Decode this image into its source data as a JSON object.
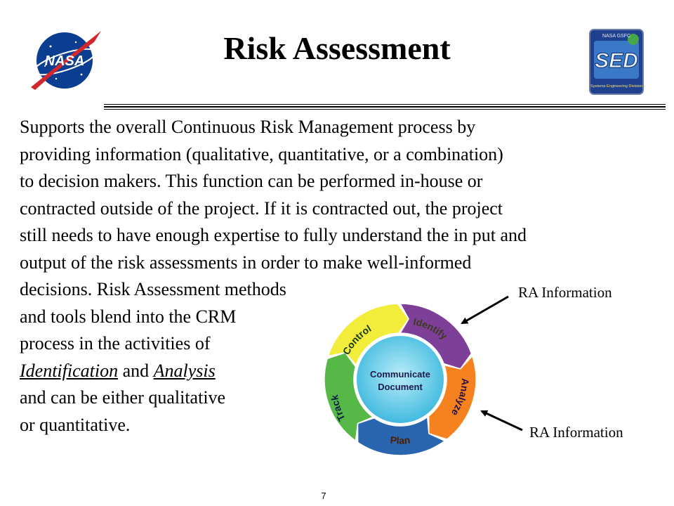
{
  "slide": {
    "title": "Risk Assessment",
    "page_number": "7"
  },
  "logos": {
    "left": "NASA",
    "right_top": "NASA GSFC",
    "right_main": "SED",
    "right_sub": "Systems Engineering Division"
  },
  "body": {
    "lines": [
      "Supports the overall Continuous Risk Management process by",
      "providing information (qualitative, quantitative, or a combination)",
      "to decision makers.  This function can be performed in-house or",
      "contracted outside of the project. If it is contracted out, the project",
      "still needs to have enough expertise to fully understand the in put and",
      "output of the risk assessments in order to make well-informed",
      "decisions. Risk Assessment methods",
      "and tools blend into the CRM",
      "process in the activities of"
    ],
    "line10_link1": "Identification",
    "line10_mid": " and ",
    "line10_link2": "Analysis",
    "line11": "and can be either qualitative",
    "line12": "or quantitative."
  },
  "diagram": {
    "center_line1": "Communicate",
    "center_line2": "Document",
    "segments": [
      "Identify",
      "Analyze",
      "Plan",
      "Track",
      "Control"
    ],
    "colors": {
      "identify": "#f2ec3a",
      "analyze": "#7d3f98",
      "plan": "#f5821f",
      "track": "#2a66b0",
      "control": "#56b847",
      "center": "#46c3e6"
    },
    "label_top": "RA Information",
    "label_bottom": "RA Information"
  }
}
